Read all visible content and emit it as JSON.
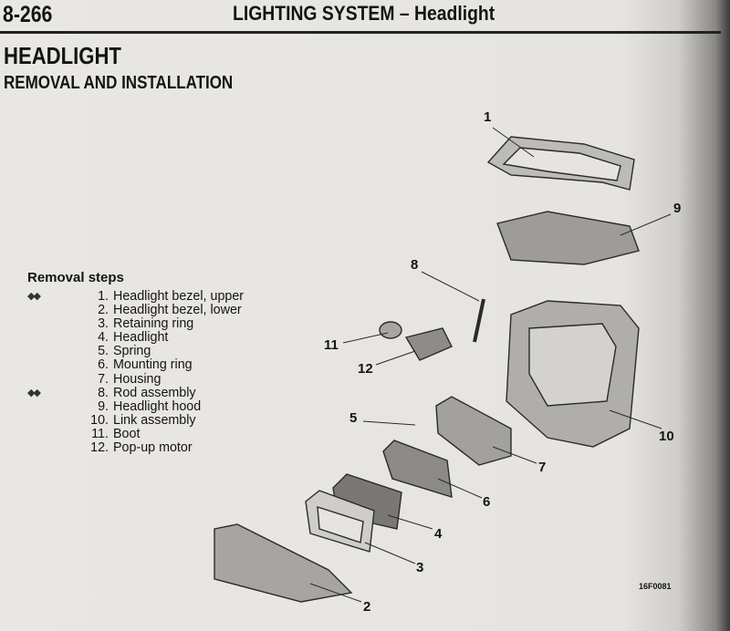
{
  "header": {
    "page_number": "8-266",
    "running_title": "LIGHTING SYSTEM – Headlight"
  },
  "section": {
    "title": "HEADLIGHT",
    "subtitle": "REMOVAL AND INSTALLATION"
  },
  "removal_steps": {
    "title": "Removal steps",
    "items": [
      {
        "n": "1.",
        "label": "Headlight bezel, upper",
        "mark": "◆◆"
      },
      {
        "n": "2.",
        "label": "Headlight bezel, lower",
        "mark": ""
      },
      {
        "n": "3.",
        "label": "Retaining ring",
        "mark": ""
      },
      {
        "n": "4.",
        "label": "Headlight",
        "mark": ""
      },
      {
        "n": "5.",
        "label": "Spring",
        "mark": ""
      },
      {
        "n": "6.",
        "label": "Mounting ring",
        "mark": ""
      },
      {
        "n": "7.",
        "label": "Housing",
        "mark": ""
      },
      {
        "n": "8.",
        "label": "Rod assembly",
        "mark": "◆◆"
      },
      {
        "n": "9.",
        "label": "Headlight hood",
        "mark": ""
      },
      {
        "n": "10.",
        "label": "Link assembly",
        "mark": ""
      },
      {
        "n": "11.",
        "label": "Boot",
        "mark": ""
      },
      {
        "n": "12.",
        "label": "Pop-up motor",
        "mark": ""
      }
    ]
  },
  "diagram": {
    "callouts": [
      "1",
      "9",
      "8",
      "11",
      "12",
      "5",
      "10",
      "7",
      "6",
      "4",
      "3",
      "2"
    ],
    "figure_code": "16F0081"
  }
}
